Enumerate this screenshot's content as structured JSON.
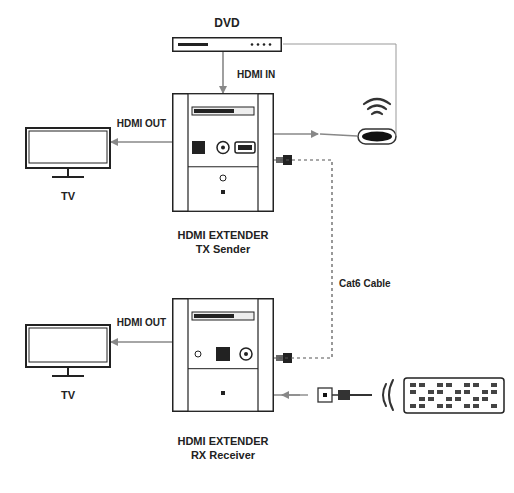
{
  "diagram": {
    "nodes": [
      {
        "text": [
          "DVD"
        ]
      },
      {
        "text": [
          "TV"
        ]
      },
      {
        "text": [
          "HDMI EXTENDER",
          "TX Sender"
        ]
      },
      {
        "text": [
          "TV"
        ]
      },
      {
        "text": [
          "HDMI EXTENDER",
          "RX Receiver"
        ]
      }
    ],
    "edges": [
      {
        "from": 0,
        "to": 2,
        "arrow": "to",
        "label": "HDMI IN"
      },
      {
        "from": 2,
        "to": 1,
        "arrow": "to",
        "label": "HDMI OUT"
      },
      {
        "from": 2,
        "to": 4,
        "arrow": "none",
        "label": "Cat6 Cable"
      },
      {
        "from": 4,
        "to": 3,
        "arrow": "to",
        "label": "HDMI OUT"
      }
    ]
  }
}
